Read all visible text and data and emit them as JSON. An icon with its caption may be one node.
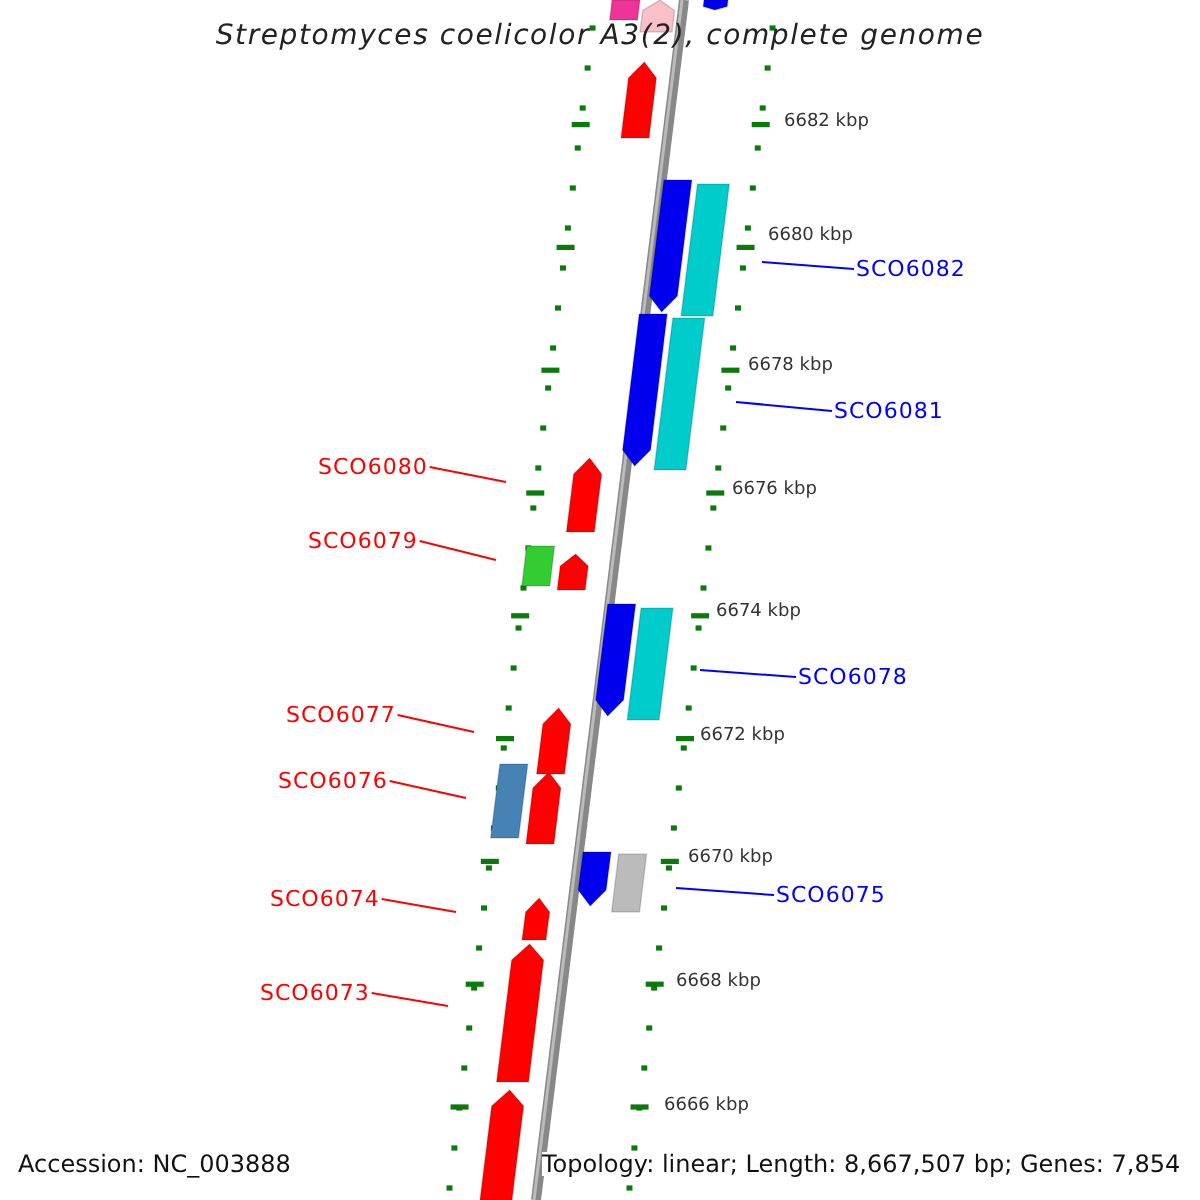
{
  "diagram": {
    "title": "Streptomyces coelicolor A3(2), complete genome",
    "nodes": [
      {
        "text": [
          "SCO6082"
        ]
      },
      {
        "text": [
          "SCO6081"
        ]
      },
      {
        "text": [
          "SCO6080"
        ]
      },
      {
        "text": [
          "SCO6079"
        ]
      },
      {
        "text": [
          "SCO6078"
        ]
      },
      {
        "text": [
          "SCO6077"
        ]
      },
      {
        "text": [
          "SCO6076"
        ]
      },
      {
        "text": [
          "SCO6075"
        ]
      },
      {
        "text": [
          "SCO6074"
        ]
      },
      {
        "text": [
          "SCO6073"
        ]
      }
    ],
    "edges": [
      {
        "from": 0,
        "to": null,
        "arrow": "none",
        "color": "#0000ff"
      },
      {
        "from": 1,
        "to": null,
        "arrow": "none",
        "color": "#0000ff"
      },
      {
        "from": 2,
        "to": null,
        "arrow": "none"
      },
      {
        "from": 3,
        "to": null,
        "arrow": "none"
      },
      {
        "from": 4,
        "to": null,
        "arrow": "none",
        "color": "#0000ff"
      },
      {
        "from": 5,
        "to": null,
        "arrow": "none"
      },
      {
        "from": 6,
        "to": null,
        "arrow": "none"
      },
      {
        "from": 7,
        "to": null,
        "arrow": "none",
        "color": "#0000ff"
      },
      {
        "from": 8,
        "to": null,
        "arrow": "none"
      },
      {
        "from": 9,
        "to": null,
        "arrow": "none"
      }
    ],
    "labels": [
      "6682 kbp",
      "6680 kbp",
      "6678 kbp",
      "6676 kbp",
      "6674 kbp",
      "6672 kbp",
      "6670 kbp",
      "6668 kbp",
      "6666 kbp",
      "Accession: NC_003888",
      "Topology: linear; Length: 8,667,507 bp; Genes: 7,854"
    ]
  }
}
